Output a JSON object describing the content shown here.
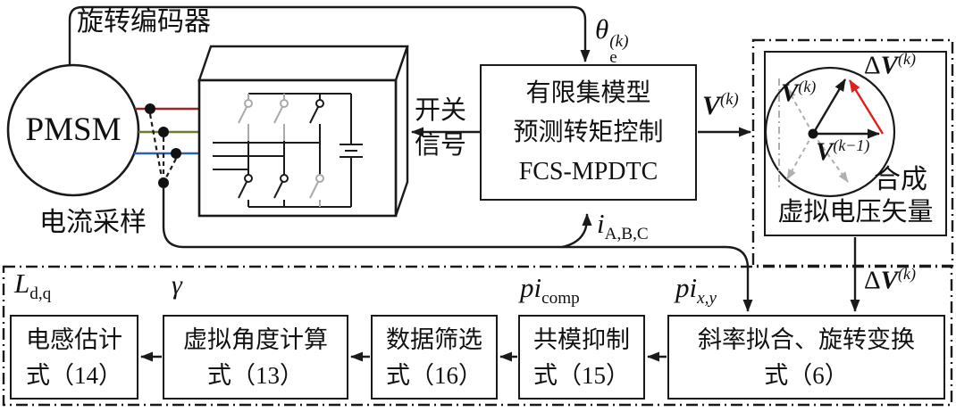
{
  "motor": {
    "label": "PMSM",
    "encoder_label": "旋转编码器",
    "current_sampling_label": "电流采样"
  },
  "switch_signal": {
    "line1": "开关",
    "line2": "信号"
  },
  "controller": {
    "line1": "有限集模型",
    "line2": "预测转矩控制",
    "line3": "FCS-MPDTC"
  },
  "vector_box": {
    "caption_top": "合成",
    "caption_bottom": "虚拟电压矢量"
  },
  "signals": {
    "theta_e_k": {
      "base": "θ",
      "sup": "(k)",
      "sub": "e"
    },
    "v_k": {
      "base": "V",
      "sup": "(k)"
    },
    "v_k_inner": {
      "base": "V",
      "sup": "(k)"
    },
    "v_km1": {
      "base": "V",
      "sup": "(k−1)"
    },
    "dv_k_inner": {
      "delta": "Δ",
      "base": "V",
      "sup": "(k)"
    },
    "dv_k_outer": {
      "delta": "Δ",
      "base": "V",
      "sup": "(k)"
    },
    "i_abc": {
      "base": "i",
      "sub": "A,B,C"
    },
    "pi_comp": {
      "base": "pi",
      "sub": "comp"
    },
    "pi_xy": {
      "base": "pi",
      "sub": "x,y"
    },
    "l_dq": {
      "base": "L",
      "sub": "d,q"
    },
    "gamma": "γ"
  },
  "pipeline": [
    {
      "line1": "电感估计",
      "line2": "式（14）"
    },
    {
      "line1": "虚拟角度计算",
      "line2": "式（13）"
    },
    {
      "line1": "数据筛选",
      "line2": "式（16）"
    },
    {
      "line1": "共模抑制",
      "line2": "式（15）"
    },
    {
      "line1": "斜率拟合、旋转变换",
      "line2": "式（6）"
    }
  ],
  "colors": {
    "line": "#1a1a1a",
    "phase_a": "#9e2228",
    "phase_b": "#6e7c28",
    "phase_c": "#3061a8",
    "delta_arrow": "#e01f1f",
    "gray_vector": "#b0b0b0"
  }
}
